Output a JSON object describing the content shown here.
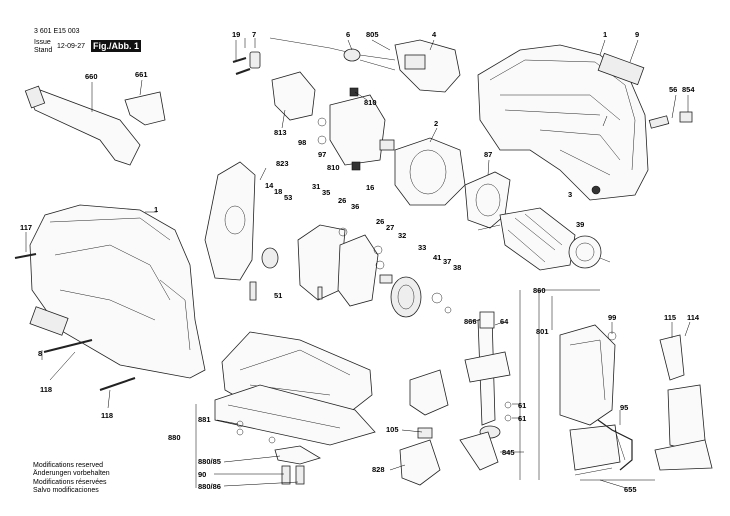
{
  "header": {
    "doc_number": "3 601 E15 003",
    "issue_label": "Issue",
    "stand_label": "Stand",
    "date": "12-09-27",
    "figure_label": "Fig./Abb. 1"
  },
  "notes": [
    "Modifications reserved",
    "Änderungen vorbehalten",
    "Modifications réservées",
    "Salvo modificaciones"
  ],
  "part_labels": {
    "p19": "19",
    "p7": "7",
    "p6": "6",
    "p805": "805",
    "p4": "4",
    "p1a": "1",
    "p9": "9",
    "p660": "660",
    "p661": "661",
    "p810a": "810",
    "p813": "813",
    "p98": "98",
    "p97": "97",
    "p810b": "810",
    "p2": "2",
    "p16": "16",
    "p87": "87",
    "p56": "56",
    "p854": "854",
    "p823": "823",
    "p14": "14",
    "p18": "18",
    "p53": "53",
    "p31": "31",
    "p35": "35",
    "p26": "26",
    "p36": "36",
    "p3": "3",
    "p1b": "1",
    "p117": "117",
    "p26b": "26",
    "p27": "27",
    "p32": "32",
    "p39": "39",
    "p33": "33",
    "p41": "41",
    "p37": "37",
    "p38": "38",
    "p51": "51",
    "p8": "8",
    "p118a": "118",
    "p118b": "118",
    "p860": "860",
    "p866": "866",
    "p64": "64",
    "p801": "801",
    "p99": "99",
    "p115": "115",
    "p114": "114",
    "p881": "881",
    "p880": "880",
    "p105": "105",
    "p61a": "61",
    "p61b": "61",
    "p845": "845",
    "p95": "95",
    "p88085": "880/85",
    "p90": "90",
    "p88086": "880/86",
    "p828": "828",
    "p655": "655"
  }
}
